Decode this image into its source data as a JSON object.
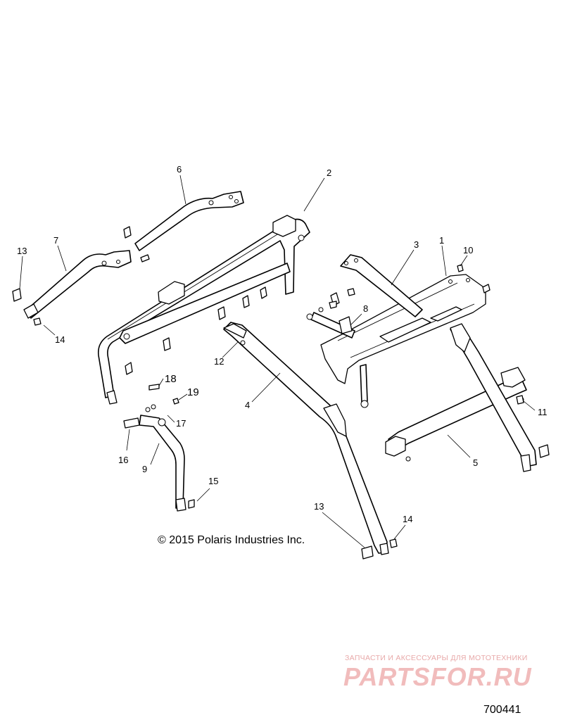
{
  "diagram": {
    "callouts": [
      "1",
      "2",
      "3",
      "4",
      "5",
      "6",
      "7",
      "8",
      "9",
      "10",
      "11",
      "12",
      "13",
      "14",
      "15",
      "16",
      "17",
      "18",
      "19",
      "13",
      "14"
    ],
    "copyright": "© 2015 Polaris Industries Inc.",
    "figure_number": "700441"
  },
  "watermark": {
    "tagline": "ЗАПЧАСТИ И АКСЕССУАРЫ ДЛЯ МОТОТЕХНИКИ",
    "logo": "PARTSFOR.RU"
  },
  "colors": {
    "line": "#000000",
    "watermark": "#e8a9a9"
  }
}
